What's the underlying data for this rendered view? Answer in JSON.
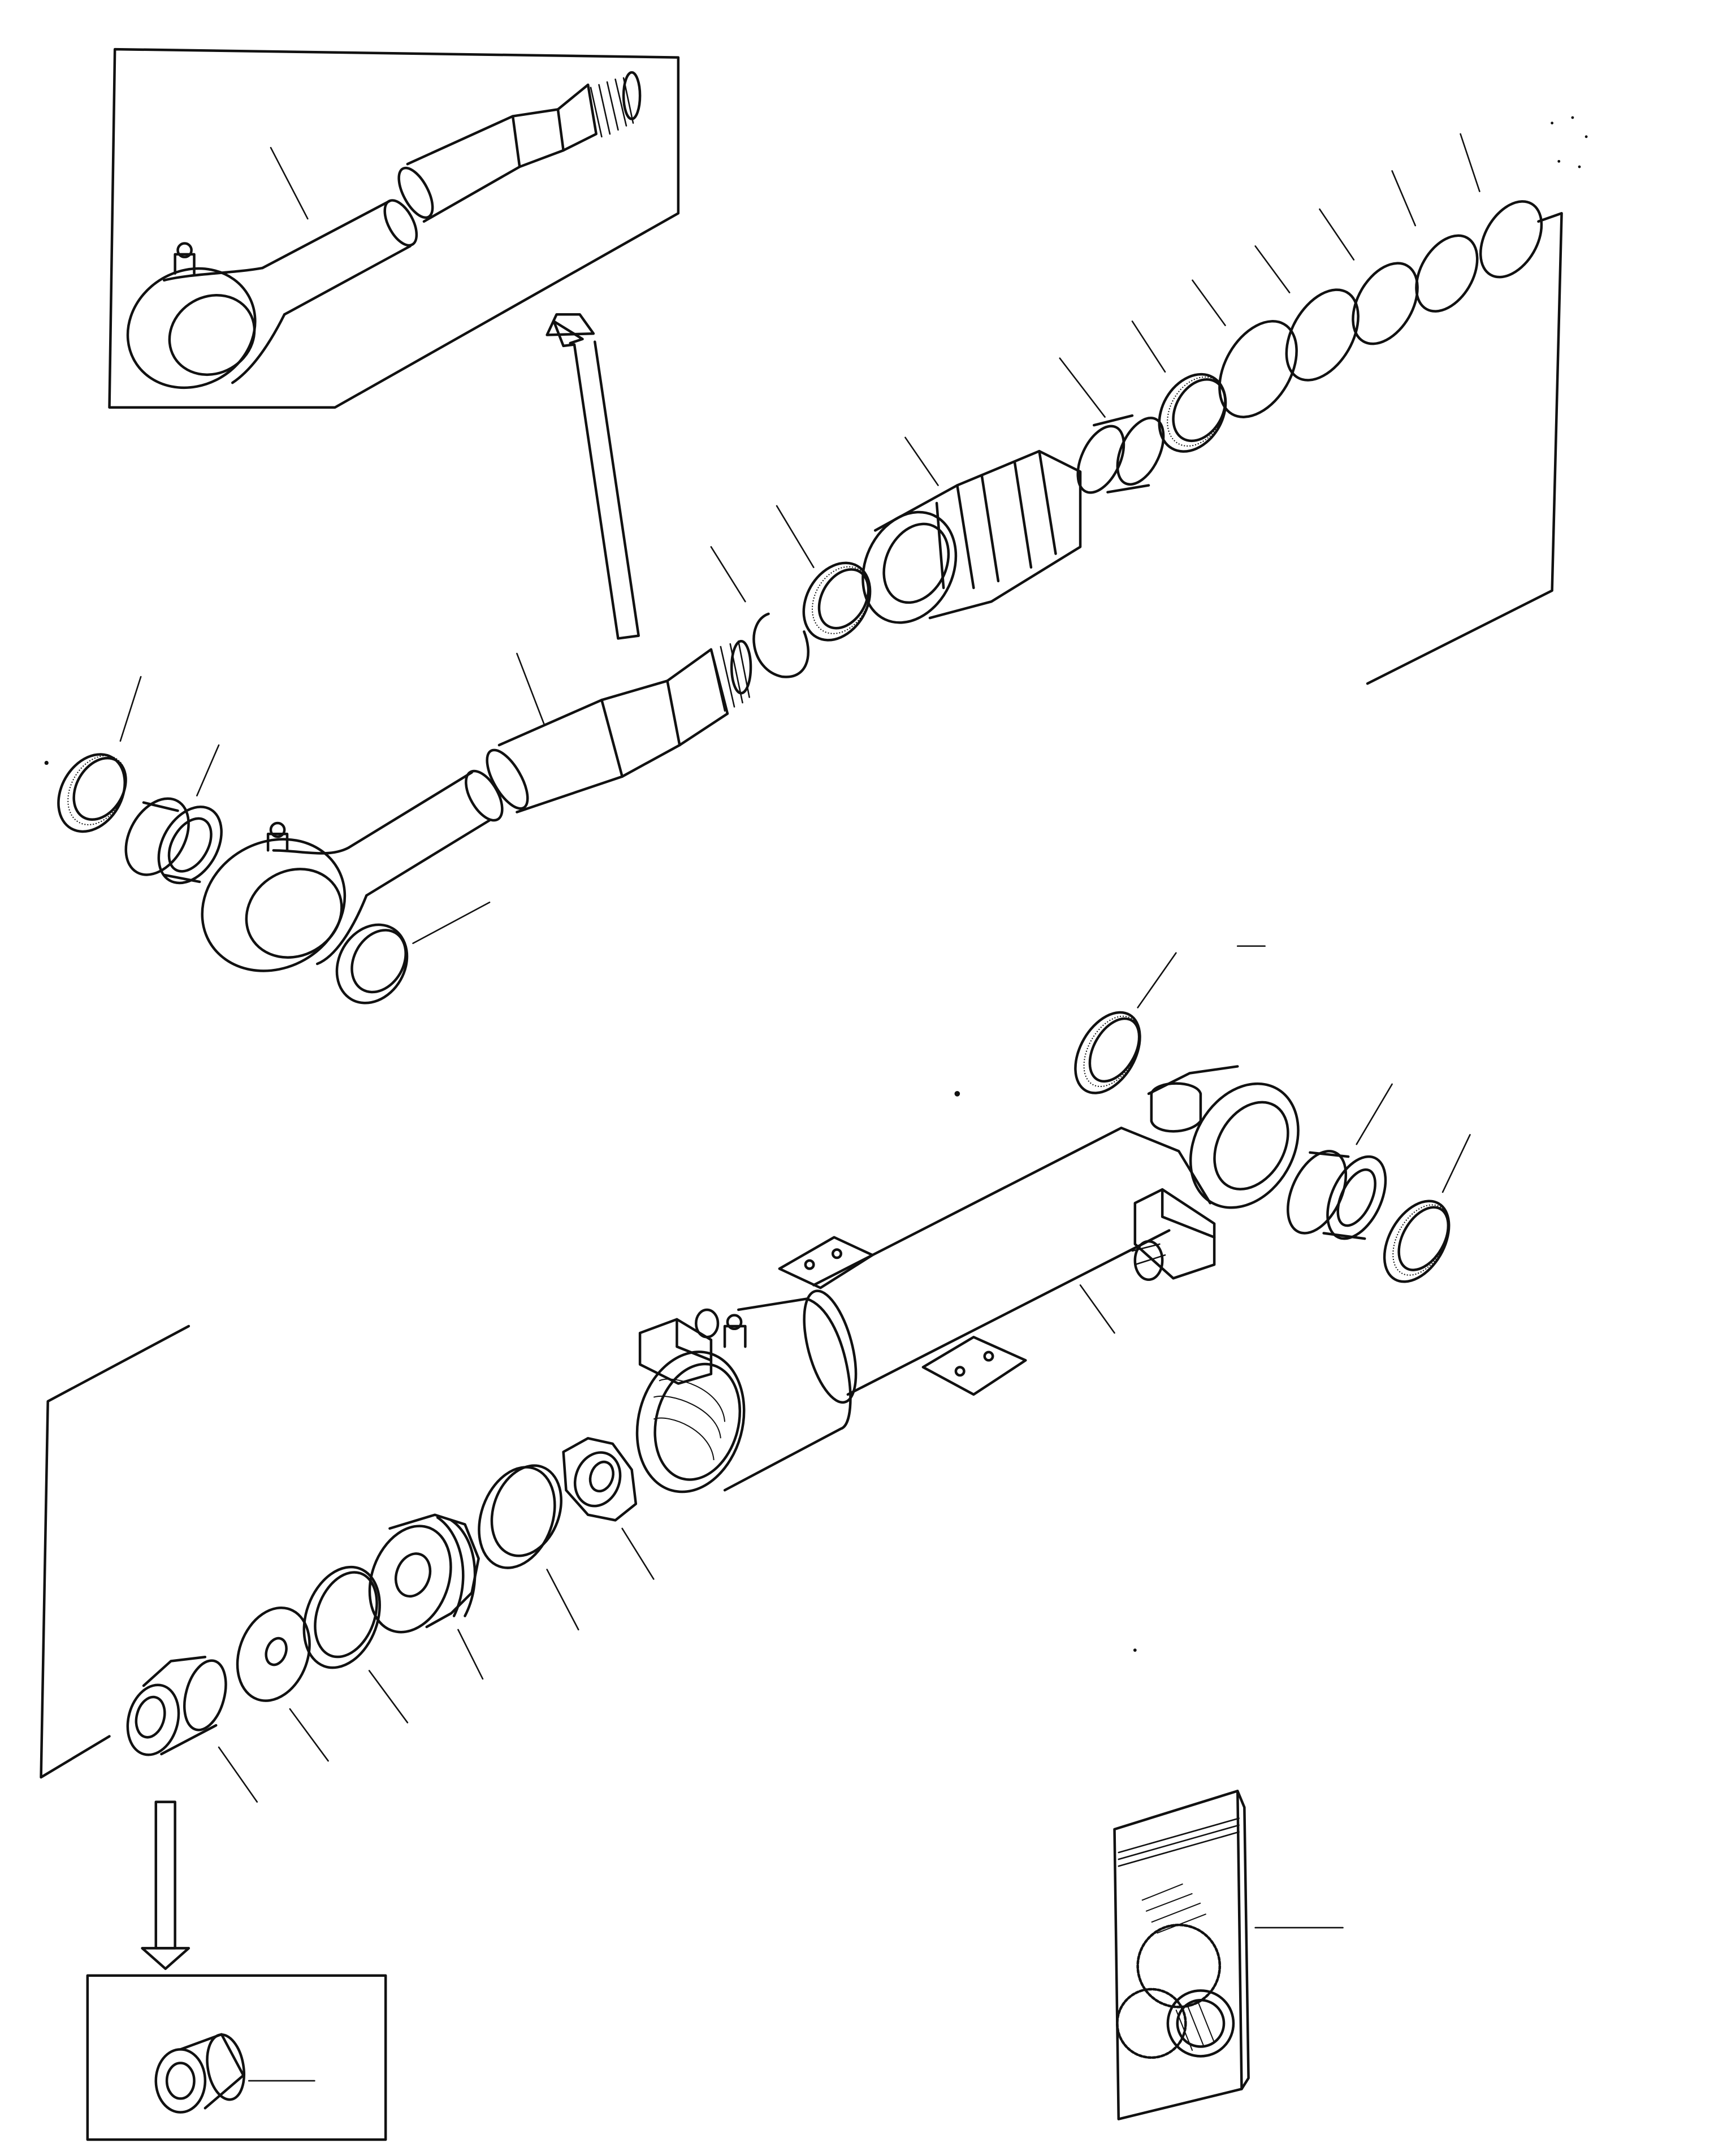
{
  "diagram": {
    "kind": "exploded parts drawing",
    "labels": [],
    "parts": [
      {
        "id": "piston-rod-detail"
      },
      {
        "id": "detail-arrow-up"
      },
      {
        "id": "piston-rod"
      },
      {
        "id": "rod-bearing"
      },
      {
        "id": "rod-bushing"
      },
      {
        "id": "rod-seal-ring"
      },
      {
        "id": "snap-ring"
      },
      {
        "id": "needle-ring"
      },
      {
        "id": "cylinder-head"
      },
      {
        "id": "head-bushing"
      },
      {
        "id": "head-bearing"
      },
      {
        "id": "o-ring-1"
      },
      {
        "id": "o-ring-2"
      },
      {
        "id": "o-ring-3"
      },
      {
        "id": "o-ring-4"
      },
      {
        "id": "o-ring-5"
      },
      {
        "id": "cylinder-tube"
      },
      {
        "id": "tube-bearing-top"
      },
      {
        "id": "tube-bushing"
      },
      {
        "id": "tube-bearing-right"
      },
      {
        "id": "lock-nut"
      },
      {
        "id": "wear-ring"
      },
      {
        "id": "piston"
      },
      {
        "id": "seal-ring"
      },
      {
        "id": "washer"
      },
      {
        "id": "spacer"
      },
      {
        "id": "detail-arrow-down"
      },
      {
        "id": "spacer-detail"
      },
      {
        "id": "seal-kit"
      }
    ]
  }
}
